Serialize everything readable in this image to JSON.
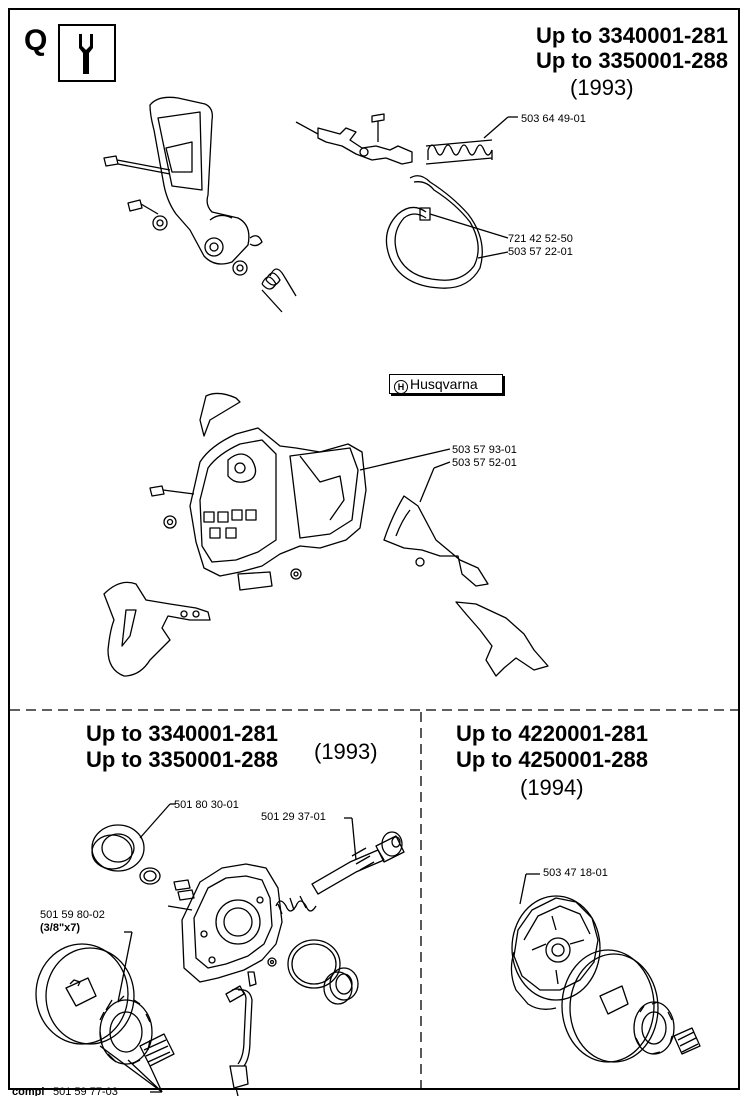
{
  "page_letter": "Q",
  "icon": "wrench-icon",
  "top_section": {
    "heading_line1": "Up to 3340001-281",
    "heading_line2": "Up to 3350001-288",
    "year": "(1993)",
    "logo_text": "Husqvarna",
    "part_numbers": {
      "spring": "503 64 49-01",
      "brake_band_1": "721 42 52-50",
      "brake_band_2": "503 57 22-01",
      "clutch_cover_1": "503 57 93-01",
      "clutch_cover_2": "503 57 52-01"
    }
  },
  "bottom_left_section": {
    "heading_line1": "Up to 3340001-281",
    "heading_line2": "Up to 3350001-288",
    "year": "(1993)",
    "part_numbers": {
      "pump_gear": "501 80 30-01",
      "worm_shaft": "501 29 37-01",
      "sprocket": "501 59 80-02",
      "sprocket_note": "(3/8\"x7)",
      "complete_prefix": "compl",
      "complete": "501 59 77-03"
    }
  },
  "bottom_right_section": {
    "heading_line1": "Up to 4220001-281",
    "heading_line2": "Up to 4250001-288",
    "year": "(1994)",
    "part_numbers": {
      "clutch": "503 47 18-01"
    }
  }
}
